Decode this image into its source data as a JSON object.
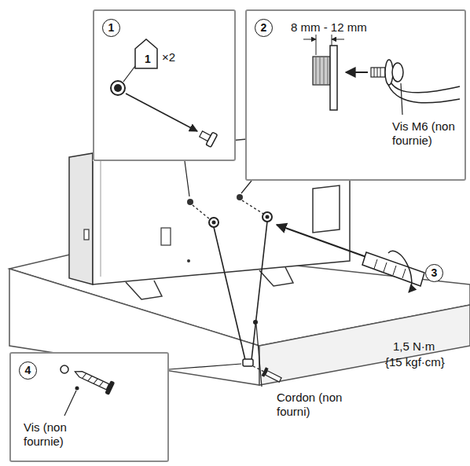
{
  "diagram": {
    "nodes": [
      {
        "text": [
          "1",
          "1",
          "×2"
        ]
      },
      {
        "text": [
          "2",
          "8 mm - 12 mm",
          "Vis M6 (non fournie)"
        ]
      },
      {
        "text": [
          "4",
          "Vis (non fournie)"
        ]
      }
    ],
    "labels": [
      "3",
      "1,5 N·m",
      "{15 kgf·cm}",
      "Cordon (non fourni)"
    ]
  }
}
